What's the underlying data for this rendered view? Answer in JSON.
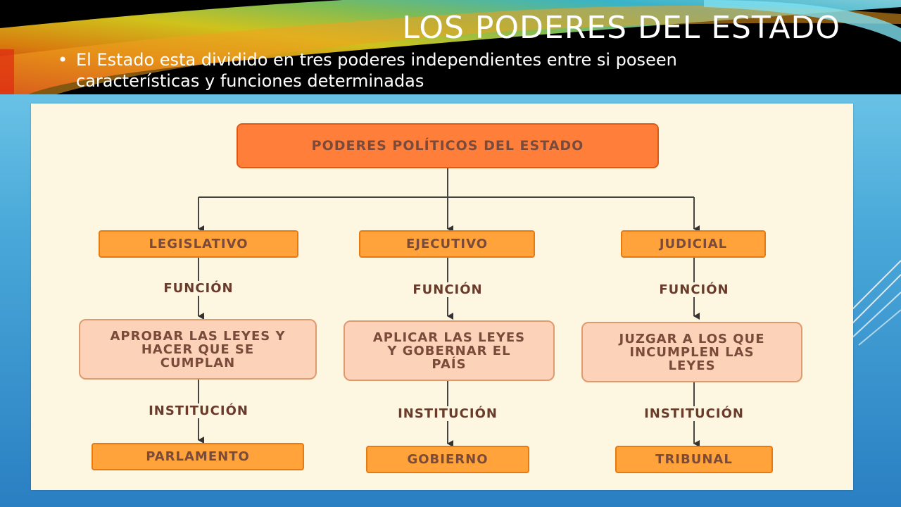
{
  "slide": {
    "title": "LOS PODERES DEL ESTADO",
    "bullet": "El Estado esta dividido en tres poderes independientes entre si poseen características y funciones determinadas",
    "bullet_symbol": "•"
  },
  "diagram": {
    "root": "PODERES POLÍTICOS DEL ESTADO",
    "function_label": "FUNCIÓN",
    "institution_label": "INSTITUCIÓN",
    "branches": [
      {
        "name": "LEGISLATIVO",
        "function": "APROBAR LAS LEYES Y HACER QUE SE CUMPLAN",
        "institution": "PARLAMENTO"
      },
      {
        "name": "EJECUTIVO",
        "function": "APLICAR LAS LEYES Y GOBERNAR EL PAÍS",
        "institution": "GOBIERNO"
      },
      {
        "name": "JUDICIAL",
        "function": "JUZGAR A LOS QUE INCUMPLEN LAS LEYES",
        "institution": "TRIBUNAL"
      }
    ]
  },
  "colors": {
    "root_fill": "#ff7f3a",
    "branch_fill": "#ffa33a",
    "function_fill": "#fcd2b8",
    "panel_bg": "#fdf7e1",
    "text": "#7a4a3a"
  }
}
